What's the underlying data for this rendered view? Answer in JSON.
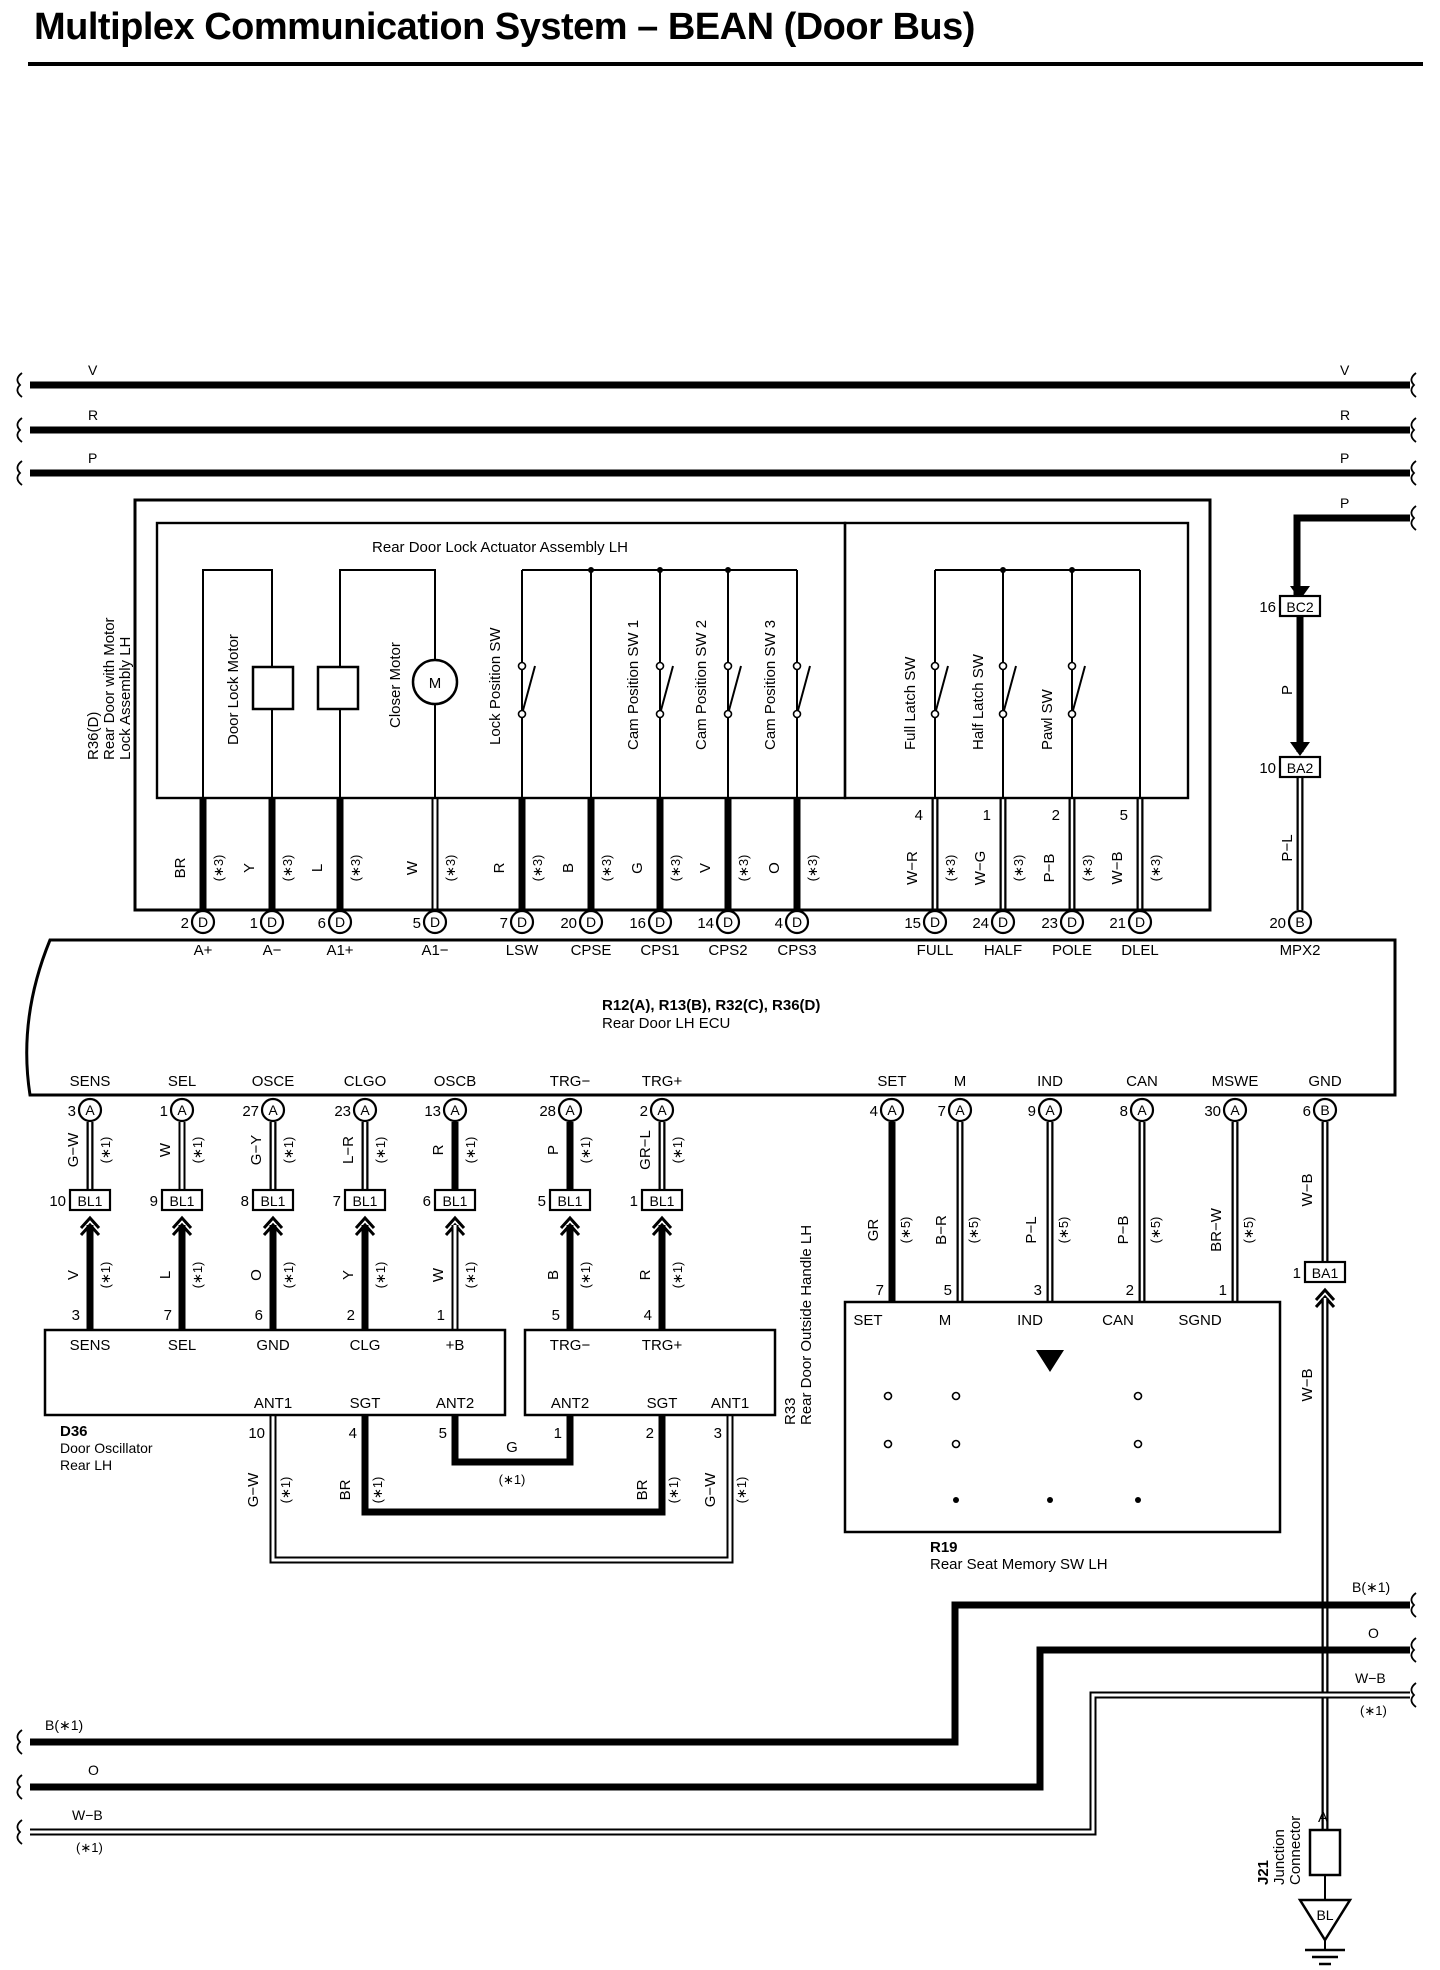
{
  "title": "Multiplex Communication System – BEAN (Door Bus)",
  "bus_top": [
    {
      "name": "V",
      "label_left": "V",
      "label_right": "V"
    },
    {
      "name": "R",
      "label_left": "R",
      "label_right": "R"
    },
    {
      "name": "P",
      "label_left": "P",
      "label_right": "P"
    },
    {
      "name": "P2",
      "label_right": "P"
    }
  ],
  "actuator": {
    "id": "R36(D)",
    "name_line1": "Rear Door with Motor",
    "name_line2": "Lock Assembly LH",
    "assembly_label": "Rear Door Lock Actuator Assembly LH",
    "components": [
      "Door Lock Motor",
      "Closer Motor",
      "Lock Position SW",
      "Cam Position SW 1",
      "Cam Position SW 2",
      "Cam Position SW 3",
      "Full Latch SW",
      "Half Latch SW",
      "Pawl SW"
    ],
    "motor_symbol": "M",
    "sub_pins": [
      "4",
      "1",
      "2",
      "5"
    ]
  },
  "ecu": {
    "id": "R12(A), R13(B), R32(C), R36(D)",
    "name": "Rear Door LH ECU",
    "top_pins": [
      {
        "term": "A+",
        "pin": "2",
        "conn": "D",
        "wire": "BR",
        "note": "(∗3)"
      },
      {
        "term": "A−",
        "pin": "1",
        "conn": "D",
        "wire": "Y",
        "note": "(∗3)"
      },
      {
        "term": "A1+",
        "pin": "6",
        "conn": "D",
        "wire": "L",
        "note": "(∗3)"
      },
      {
        "term": "A1−",
        "pin": "5",
        "conn": "D",
        "wire": "W",
        "note": "(∗3)"
      },
      {
        "term": "LSW",
        "pin": "7",
        "conn": "D",
        "wire": "R",
        "note": "(∗3)"
      },
      {
        "term": "CPSE",
        "pin": "20",
        "conn": "D",
        "wire": "B",
        "note": "(∗3)"
      },
      {
        "term": "CPS1",
        "pin": "16",
        "conn": "D",
        "wire": "G",
        "note": "(∗3)"
      },
      {
        "term": "CPS2",
        "pin": "14",
        "conn": "D",
        "wire": "V",
        "note": "(∗3)"
      },
      {
        "term": "CPS3",
        "pin": "4",
        "conn": "D",
        "wire": "O",
        "note": "(∗3)"
      },
      {
        "term": "FULL",
        "pin": "15",
        "conn": "D",
        "wire": "W−R",
        "note": "(∗3)"
      },
      {
        "term": "HALF",
        "pin": "24",
        "conn": "D",
        "wire": "W−G",
        "note": "(∗3)"
      },
      {
        "term": "POLE",
        "pin": "23",
        "conn": "D",
        "wire": "P−B",
        "note": "(∗3)"
      },
      {
        "term": "DLEL",
        "pin": "21",
        "conn": "D",
        "wire": "W−B",
        "note": "(∗3)"
      },
      {
        "term": "MPX2",
        "pin": "20",
        "conn": "B",
        "wire": "P−L",
        "note": ""
      }
    ],
    "bottom_pins": [
      {
        "term": "SENS",
        "pin": "3",
        "conn": "A",
        "wire": "G−W",
        "note": "(∗1)"
      },
      {
        "term": "SEL",
        "pin": "1",
        "conn": "A",
        "wire": "W",
        "note": "(∗1)"
      },
      {
        "term": "OSCE",
        "pin": "27",
        "conn": "A",
        "wire": "G−Y",
        "note": "(∗1)"
      },
      {
        "term": "CLGO",
        "pin": "23",
        "conn": "A",
        "wire": "L−R",
        "note": "(∗1)"
      },
      {
        "term": "OSCB",
        "pin": "13",
        "conn": "A",
        "wire": "R",
        "note": "(∗1)"
      },
      {
        "term": "TRG−",
        "pin": "28",
        "conn": "A",
        "wire": "P",
        "note": "(∗1)"
      },
      {
        "term": "TRG+",
        "pin": "2",
        "conn": "A",
        "wire": "GR−L",
        "note": "(∗1)"
      },
      {
        "term": "SET",
        "pin": "4",
        "conn": "A",
        "wire": "GR",
        "note": "(∗5)"
      },
      {
        "term": "M",
        "pin": "7",
        "conn": "A",
        "wire": "B−R",
        "note": "(∗5)"
      },
      {
        "term": "IND",
        "pin": "9",
        "conn": "A",
        "wire": "P−L",
        "note": "(∗5)"
      },
      {
        "term": "CAN",
        "pin": "8",
        "conn": "A",
        "wire": "P−B",
        "note": "(∗5)"
      },
      {
        "term": "MSWE",
        "pin": "30",
        "conn": "A",
        "wire": "BR−W",
        "note": "(∗5)"
      },
      {
        "term": "GND",
        "pin": "6",
        "conn": "B",
        "wire": "W−B",
        "note": ""
      }
    ]
  },
  "junction_connectors": {
    "bc2": {
      "name": "BC2",
      "pin": "16"
    },
    "ba2": {
      "name": "BA2",
      "pin": "10"
    },
    "mid_wire": "P",
    "ba1": {
      "name": "BA1",
      "pin": "1"
    },
    "ba1_wire_below": "W−B",
    "bl1": [
      {
        "name": "BL1",
        "pin": "10",
        "wire": "V",
        "note": "(∗1)"
      },
      {
        "name": "BL1",
        "pin": "9",
        "wire": "L",
        "note": "(∗1)"
      },
      {
        "name": "BL1",
        "pin": "8",
        "wire": "O",
        "note": "(∗1)"
      },
      {
        "name": "BL1",
        "pin": "7",
        "wire": "Y",
        "note": "(∗1)"
      },
      {
        "name": "BL1",
        "pin": "6",
        "wire": "W",
        "note": "(∗1)"
      },
      {
        "name": "BL1",
        "pin": "5",
        "wire": "B",
        "note": "(∗1)"
      },
      {
        "name": "BL1",
        "pin": "1",
        "wire": "R",
        "note": "(∗1)"
      }
    ]
  },
  "oscillator": {
    "id": "D36",
    "name_line1": "Door Oscillator",
    "name_line2": "Rear LH",
    "top_terms": [
      {
        "term": "SENS",
        "pin": "3"
      },
      {
        "term": "SEL",
        "pin": "7"
      },
      {
        "term": "GND",
        "pin": "6"
      },
      {
        "term": "CLG",
        "pin": "2"
      },
      {
        "term": "+B",
        "pin": "1"
      }
    ],
    "bottom_terms": [
      {
        "term": "ANT1",
        "pin": "10",
        "wire": "G−W",
        "note": "(∗1)"
      },
      {
        "term": "SGT",
        "pin": "4",
        "wire": "BR",
        "note": "(∗1)"
      },
      {
        "term": "ANT2",
        "pin": "5",
        "wire": "G",
        "note": "(∗1)"
      }
    ]
  },
  "handle": {
    "id": "R33",
    "name": "Rear Door Outside Handle LH",
    "top_terms": [
      {
        "term": "TRG−",
        "pin": "5"
      },
      {
        "term": "TRG+",
        "pin": "4"
      }
    ],
    "bottom_terms": [
      {
        "term": "ANT2",
        "pin": "1"
      },
      {
        "term": "SGT",
        "pin": "2",
        "wire": "BR",
        "note": "(∗1)"
      },
      {
        "term": "ANT1",
        "pin": "3",
        "wire": "G−W",
        "note": "(∗1)"
      }
    ]
  },
  "seat_switch": {
    "id": "R19",
    "name": "Rear Seat Memory SW LH",
    "terms": [
      {
        "term": "SET",
        "pin": "7"
      },
      {
        "term": "M",
        "pin": "5"
      },
      {
        "term": "IND",
        "pin": "3"
      },
      {
        "term": "CAN",
        "pin": "2"
      },
      {
        "term": "SGND",
        "pin": "1"
      }
    ]
  },
  "bus_bottom": [
    {
      "name": "B(∗1)",
      "label": "B(∗1)"
    },
    {
      "name": "O",
      "label": "O"
    },
    {
      "name": "W−B",
      "label": "W−B",
      "note": "(∗1)"
    }
  ],
  "junction": {
    "id": "J21",
    "name_line1": "Junction",
    "name_line2": "Connector",
    "pin": "A",
    "ground": "BL"
  }
}
